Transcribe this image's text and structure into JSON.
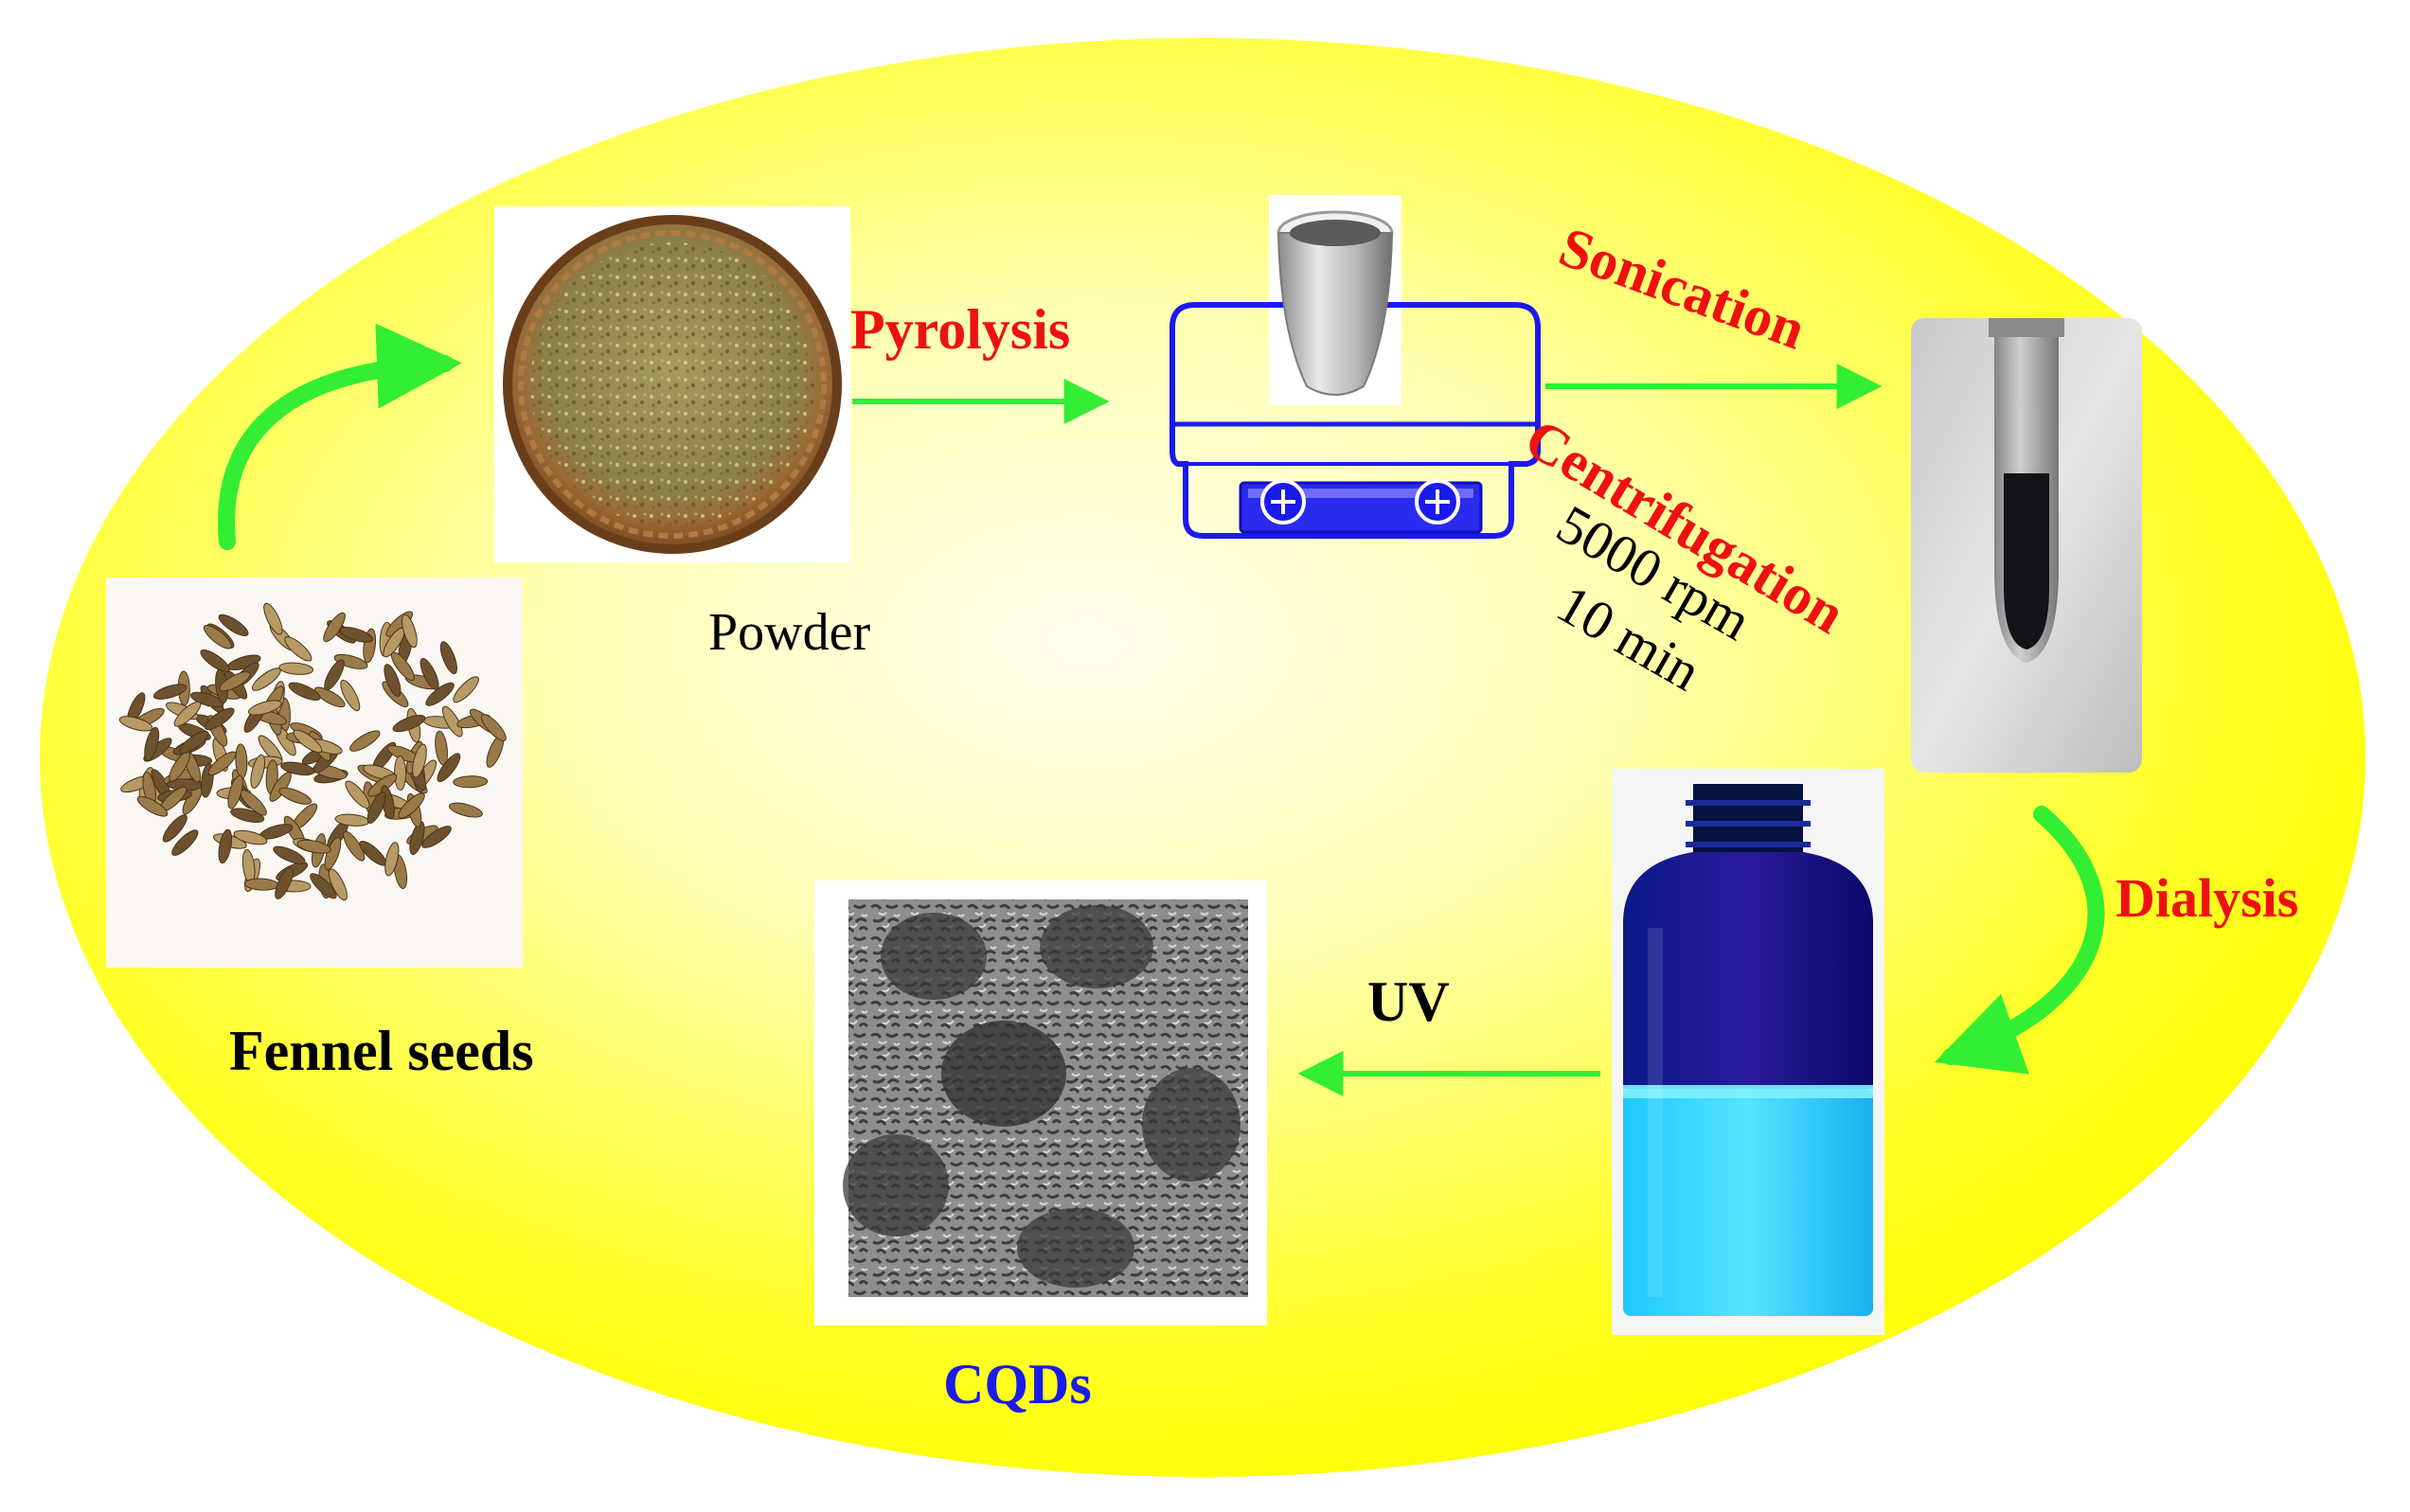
{
  "diagram": {
    "background_color": "#ffff00",
    "center_glow_color": "#ffffee",
    "arrow_color": "#33ee33",
    "step_label_color": "#ee1111",
    "product_label_color": "#1a1aee",
    "apparatus_color": "#1a1aee"
  },
  "labels": {
    "fennel_seeds": "Fennel seeds",
    "powder": "Powder",
    "pyrolysis": "Pyrolysis",
    "sonication": "Sonication",
    "centrifugation": "Centrifugation",
    "speed": "5000 rpm",
    "time": "10 min",
    "dialysis": "Dialysis",
    "uv": "UV",
    "cqds": "CQDs"
  },
  "icons": {
    "seeds": "fennel-seeds-photo",
    "powder": "powder-bowl-photo",
    "furnace": "crucible-on-hotplate-icon",
    "tube": "centrifuge-tube-photo",
    "vial": "fluorescent-vial-photo",
    "tem": "tem-micrograph-photo"
  }
}
